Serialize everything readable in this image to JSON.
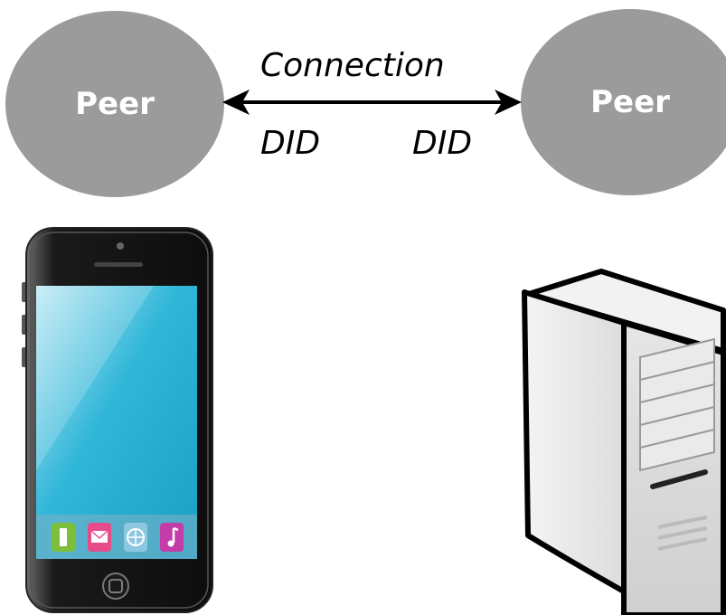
{
  "peers": {
    "left_label": "Peer",
    "right_label": "Peer"
  },
  "connection": {
    "label": "Connection",
    "did_left": "DID",
    "did_right": "DID"
  },
  "devices": {
    "left": "phone-icon",
    "right": "server-tower-icon"
  },
  "colors": {
    "peer_circle": "#9b9b9b",
    "phone_screen": "#2bb3d6",
    "server_body": "#d9d9d9"
  }
}
